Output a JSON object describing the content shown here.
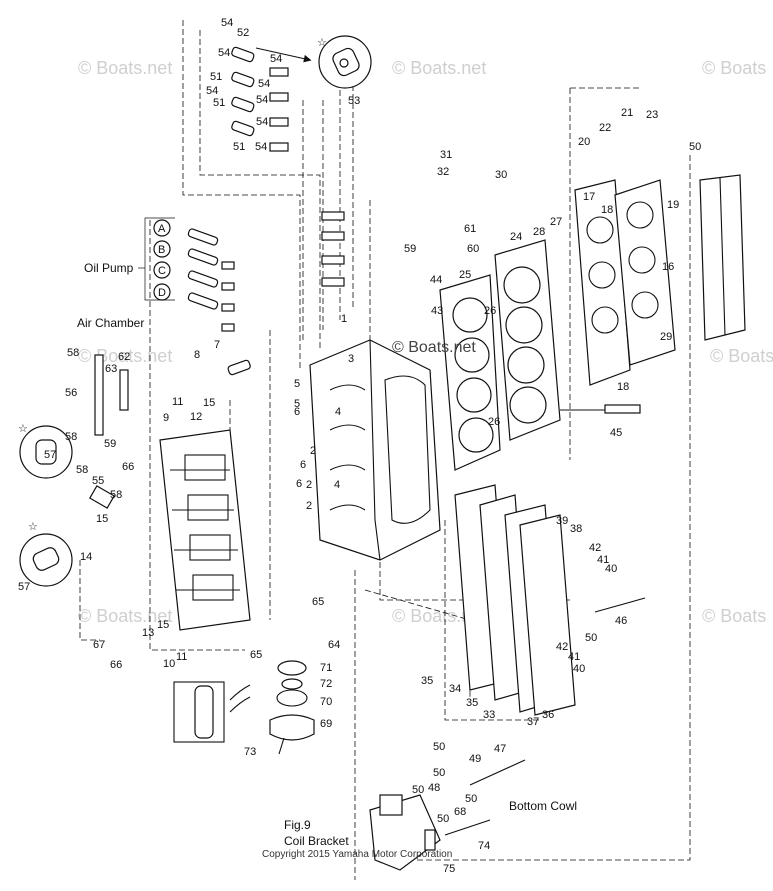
{
  "watermarks": [
    {
      "text": "© Boats.net"
    },
    {
      "text": "© Boats.net"
    },
    {
      "text": "© Boats"
    },
    {
      "text": "© Boats.net"
    },
    {
      "text": "© Boats.net"
    },
    {
      "text": "© Boats.net"
    },
    {
      "text": "© Boats.net"
    },
    {
      "text": "© Boats"
    }
  ],
  "center_watermark": "© Boats.net",
  "labels": {
    "oil_pump": "Oil Pump",
    "air_chamber": "Air Chamber",
    "bottom_cowl": "Bottom Cowl",
    "fig": "Fig.9",
    "coil_bracket": "Coil Bracket",
    "copyright": "Copyright 2015 Yamaha Motor Corporation"
  },
  "callouts": [
    "A",
    "B",
    "C",
    "D"
  ],
  "part_numbers": [
    "54",
    "52",
    "54",
    "54",
    "51",
    "54",
    "51",
    "54",
    "54",
    "54",
    "51",
    "54",
    "53",
    "21",
    "23",
    "22",
    "20",
    "50",
    "31",
    "32",
    "30",
    "17",
    "18",
    "19",
    "16",
    "28",
    "27",
    "61",
    "59",
    "60",
    "24",
    "25",
    "44",
    "43",
    "1",
    "26",
    "26",
    "58",
    "62",
    "8",
    "3",
    "7",
    "56",
    "63",
    "5",
    "5",
    "4",
    "6",
    "15",
    "9",
    "11",
    "12",
    "58",
    "59",
    "57",
    "66",
    "2",
    "6",
    "4",
    "2",
    "6",
    "2",
    "29",
    "18",
    "45",
    "58",
    "55",
    "58",
    "57",
    "15",
    "14",
    "39",
    "38",
    "42",
    "41",
    "40",
    "46",
    "50",
    "65",
    "64",
    "67",
    "13",
    "15",
    "10",
    "11",
    "66",
    "65",
    "71",
    "72",
    "70",
    "69",
    "73",
    "35",
    "34",
    "35",
    "33",
    "42",
    "41",
    "40",
    "37",
    "36",
    "50",
    "49",
    "47",
    "50",
    "50",
    "48",
    "50",
    "68",
    "50",
    "74",
    "75"
  ]
}
